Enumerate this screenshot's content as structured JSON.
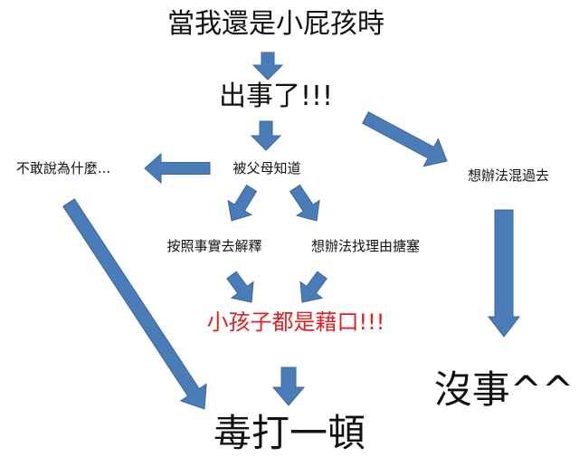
{
  "colors": {
    "arrow_fill": "#4A7CB8",
    "arrow_stroke": "#3A66A0",
    "text": "#111111",
    "highlight_text": "#E02020"
  },
  "nodes": {
    "title": "當我還是小屁孩時",
    "trouble": "出事了!!!",
    "dare_not_say": "不敢說為什麼...",
    "parents_know": "被父母知道",
    "find_way": "想辦法混過去",
    "tell_truth": "按照事實去解釋",
    "make_excuse": "想辦法找理由搪塞",
    "kids_excuses": "小孩子都是藉口!!!",
    "no_problem": "沒事^^",
    "beaten": "毒打一頓"
  },
  "edges": [
    {
      "from": "title",
      "to": "trouble"
    },
    {
      "from": "trouble",
      "to": "parents_know"
    },
    {
      "from": "trouble",
      "to": "find_way"
    },
    {
      "from": "parents_know",
      "to": "dare_not_say"
    },
    {
      "from": "parents_know",
      "to": "tell_truth"
    },
    {
      "from": "parents_know",
      "to": "make_excuse"
    },
    {
      "from": "tell_truth",
      "to": "kids_excuses"
    },
    {
      "from": "make_excuse",
      "to": "kids_excuses"
    },
    {
      "from": "kids_excuses",
      "to": "beaten"
    },
    {
      "from": "dare_not_say",
      "to": "beaten"
    },
    {
      "from": "find_way",
      "to": "no_problem"
    }
  ]
}
